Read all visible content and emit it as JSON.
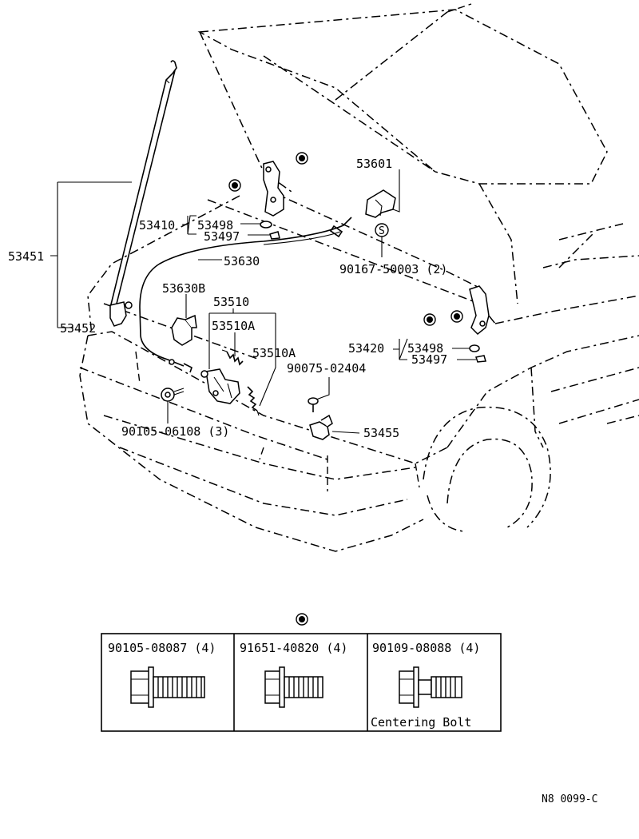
{
  "labels": {
    "p53601": "53601",
    "p53410": "53410",
    "p53498_left": "53498",
    "p53497_left": "53497",
    "p53451": "53451",
    "p53630": "53630",
    "p90167": "90167-50003 (2)",
    "p53630B": "53630B",
    "p53510": "53510",
    "p53510A_1": "53510A",
    "p53510A_2": "53510A",
    "p53452": "53452",
    "p53420": "53420",
    "p53498_right": "53498",
    "p53497_right": "53497",
    "p90075": "90075-02404",
    "p53455": "53455",
    "p90105_06108": "90105-06108 (3)",
    "s_mark": "S"
  },
  "bolt_table": {
    "cells": [
      {
        "part": "90105-08087 (4)",
        "note": ""
      },
      {
        "part": "91651-40820 (4)",
        "note": ""
      },
      {
        "part": "90109-08088 (4)",
        "note": "Centering Bolt"
      }
    ]
  },
  "footer_code": "N8 0099-C"
}
